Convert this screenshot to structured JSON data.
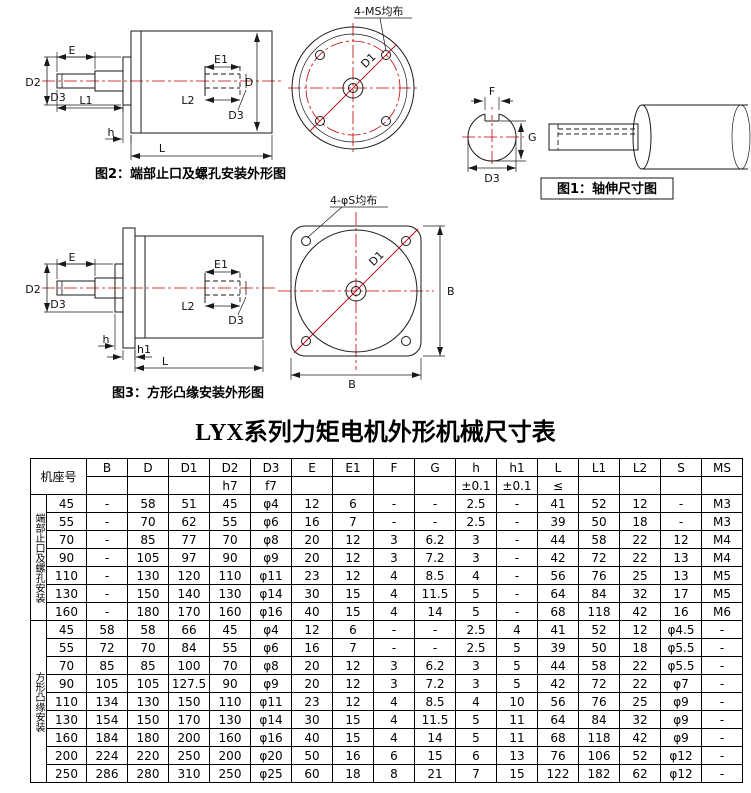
{
  "title": "LYX系列力矩电机外形机械尺寸表",
  "figures": {
    "fig2": {
      "caption": "图2：端部止口及螺孔安装外形图",
      "holes_label": "4-MS均布",
      "dims": {
        "E": "E",
        "E1": "E1",
        "D2": "D2",
        "D3_left": "D3",
        "L1": "L1",
        "L2": "L2",
        "D3_right": "D3",
        "D": "D",
        "h": "h",
        "L": "L",
        "D1": "D1"
      }
    },
    "fig1": {
      "caption": "图1：轴伸尺寸图",
      "dims": {
        "F": "F",
        "G": "G",
        "D3": "D3"
      }
    },
    "fig3": {
      "caption": "图3：方形凸缘安装外形图",
      "holes_label": "4-φS均布",
      "dims": {
        "E": "E",
        "E1": "E1",
        "D2": "D2",
        "D3_left": "D3",
        "L2": "L2",
        "D3_right": "D3",
        "h": "h",
        "h1": "h1",
        "L": "L",
        "D1": "D1",
        "B_bottom": "B",
        "B_right": "B"
      }
    }
  },
  "table": {
    "header_row1": [
      "机座号",
      "B",
      "D",
      "D1",
      "D2",
      "D3",
      "E",
      "E1",
      "F",
      "G",
      "h",
      "h1",
      "L",
      "L1",
      "L2",
      "S",
      "MS"
    ],
    "header_row2": [
      "",
      "",
      "",
      "h7",
      "f7",
      "",
      "",
      "",
      "",
      "±0.1",
      "±0.1",
      "≤",
      "",
      "",
      "",
      ""
    ],
    "groups": [
      {
        "label": "端部止口及螺孔安装",
        "rows": [
          [
            "45",
            "-",
            "58",
            "51",
            "45",
            "φ4",
            "12",
            "6",
            "-",
            "-",
            "2.5",
            "-",
            "41",
            "52",
            "12",
            "-",
            "M3"
          ],
          [
            "55",
            "-",
            "70",
            "62",
            "55",
            "φ6",
            "16",
            "7",
            "-",
            "-",
            "2.5",
            "-",
            "39",
            "50",
            "18",
            "-",
            "M3"
          ],
          [
            "70",
            "-",
            "85",
            "77",
            "70",
            "φ8",
            "20",
            "12",
            "3",
            "6.2",
            "3",
            "-",
            "44",
            "58",
            "22",
            "12",
            "M4"
          ],
          [
            "90",
            "-",
            "105",
            "97",
            "90",
            "φ9",
            "20",
            "12",
            "3",
            "7.2",
            "3",
            "-",
            "42",
            "72",
            "22",
            "13",
            "M4"
          ],
          [
            "110",
            "-",
            "130",
            "120",
            "110",
            "φ11",
            "23",
            "12",
            "4",
            "8.5",
            "4",
            "-",
            "56",
            "76",
            "25",
            "13",
            "M5"
          ],
          [
            "130",
            "-",
            "150",
            "140",
            "130",
            "φ14",
            "30",
            "15",
            "4",
            "11.5",
            "5",
            "-",
            "64",
            "84",
            "32",
            "17",
            "M5"
          ],
          [
            "160",
            "-",
            "180",
            "170",
            "160",
            "φ16",
            "40",
            "15",
            "4",
            "14",
            "5",
            "-",
            "68",
            "118",
            "42",
            "16",
            "M6"
          ]
        ]
      },
      {
        "label": "方形凸缘安装",
        "rows": [
          [
            "45",
            "58",
            "58",
            "66",
            "45",
            "φ4",
            "12",
            "6",
            "-",
            "-",
            "2.5",
            "4",
            "41",
            "52",
            "12",
            "φ4.5",
            "-"
          ],
          [
            "55",
            "72",
            "70",
            "84",
            "55",
            "φ6",
            "16",
            "7",
            "-",
            "-",
            "2.5",
            "5",
            "39",
            "50",
            "18",
            "φ5.5",
            "-"
          ],
          [
            "70",
            "85",
            "85",
            "100",
            "70",
            "φ8",
            "20",
            "12",
            "3",
            "6.2",
            "3",
            "5",
            "44",
            "58",
            "22",
            "φ5.5",
            "-"
          ],
          [
            "90",
            "105",
            "105",
            "127.5",
            "90",
            "φ9",
            "20",
            "12",
            "3",
            "7.2",
            "3",
            "5",
            "42",
            "72",
            "22",
            "φ7",
            "-"
          ],
          [
            "110",
            "134",
            "130",
            "150",
            "110",
            "φ11",
            "23",
            "12",
            "4",
            "8.5",
            "4",
            "10",
            "56",
            "76",
            "25",
            "φ9",
            "-"
          ],
          [
            "130",
            "154",
            "150",
            "170",
            "130",
            "φ14",
            "30",
            "15",
            "4",
            "11.5",
            "5",
            "11",
            "64",
            "84",
            "32",
            "φ9",
            "-"
          ],
          [
            "160",
            "184",
            "180",
            "200",
            "160",
            "φ16",
            "40",
            "15",
            "4",
            "14",
            "5",
            "11",
            "68",
            "118",
            "42",
            "φ9",
            "-"
          ],
          [
            "200",
            "224",
            "220",
            "250",
            "200",
            "φ20",
            "50",
            "16",
            "6",
            "15",
            "6",
            "13",
            "76",
            "106",
            "52",
            "φ12",
            "-"
          ],
          [
            "250",
            "286",
            "280",
            "310",
            "250",
            "φ25",
            "60",
            "18",
            "8",
            "21",
            "7",
            "15",
            "122",
            "182",
            "62",
            "φ12",
            "-"
          ]
        ]
      }
    ]
  }
}
